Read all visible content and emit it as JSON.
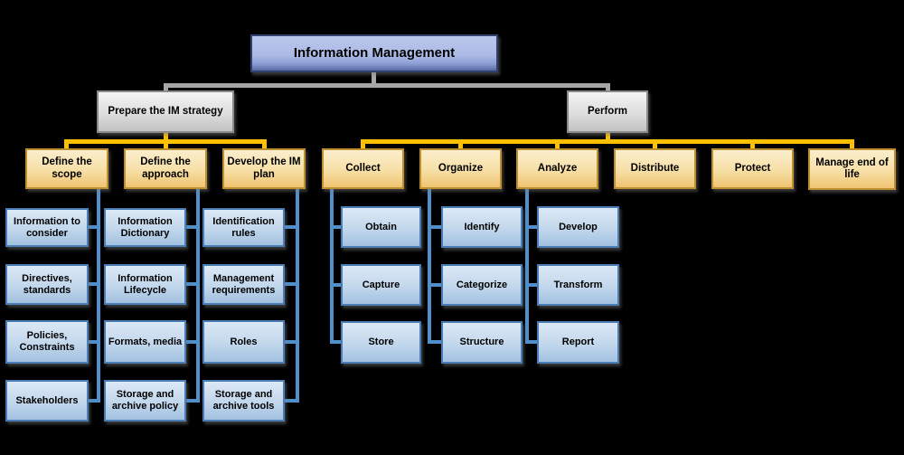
{
  "diagram": {
    "title": "Information Management hierarchy",
    "background": "#000000",
    "colors": {
      "root_fill": "#aabbe6",
      "root_border": "#32406f",
      "level2_fill": "#d9d9d9",
      "level2_border": "#8a8a8a",
      "level3_fill": "#f2d291",
      "level3_border": "#bf8e2e",
      "leaf_fill": "#bdd4ea",
      "leaf_border": "#4a7cb5",
      "connector_gray": "#a6a6a6",
      "connector_yellow": "#ffc000",
      "connector_blue": "#4f8fcc",
      "text": "#000000"
    },
    "type": "org-chart"
  },
  "root": {
    "label": "Information Management"
  },
  "branches": [
    {
      "label": "Prepare the IM strategy",
      "children": [
        {
          "label": "Define the scope",
          "items": [
            "Information to consider",
            "Directives, standards",
            "Policies, Constraints",
            "Stakeholders"
          ]
        },
        {
          "label": "Define the approach",
          "items": [
            "Information Dictionary",
            "Information Lifecycle",
            "Formats, media",
            "Storage and archive policy"
          ]
        },
        {
          "label": "Develop the IM plan",
          "items": [
            "Identification rules",
            "Management requirements",
            "Roles",
            "Storage and archive tools"
          ]
        }
      ]
    },
    {
      "label": "Perform",
      "children": [
        {
          "label": "Collect",
          "items": [
            "Obtain",
            "Capture",
            "Store"
          ]
        },
        {
          "label": "Organize",
          "items": [
            "Identify",
            "Categorize",
            "Structure"
          ]
        },
        {
          "label": "Analyze",
          "items": [
            "Develop",
            "Transform",
            "Report"
          ]
        },
        {
          "label": "Distribute",
          "items": []
        },
        {
          "label": "Protect",
          "items": []
        },
        {
          "label": "Manage end of life",
          "items": []
        }
      ]
    }
  ]
}
